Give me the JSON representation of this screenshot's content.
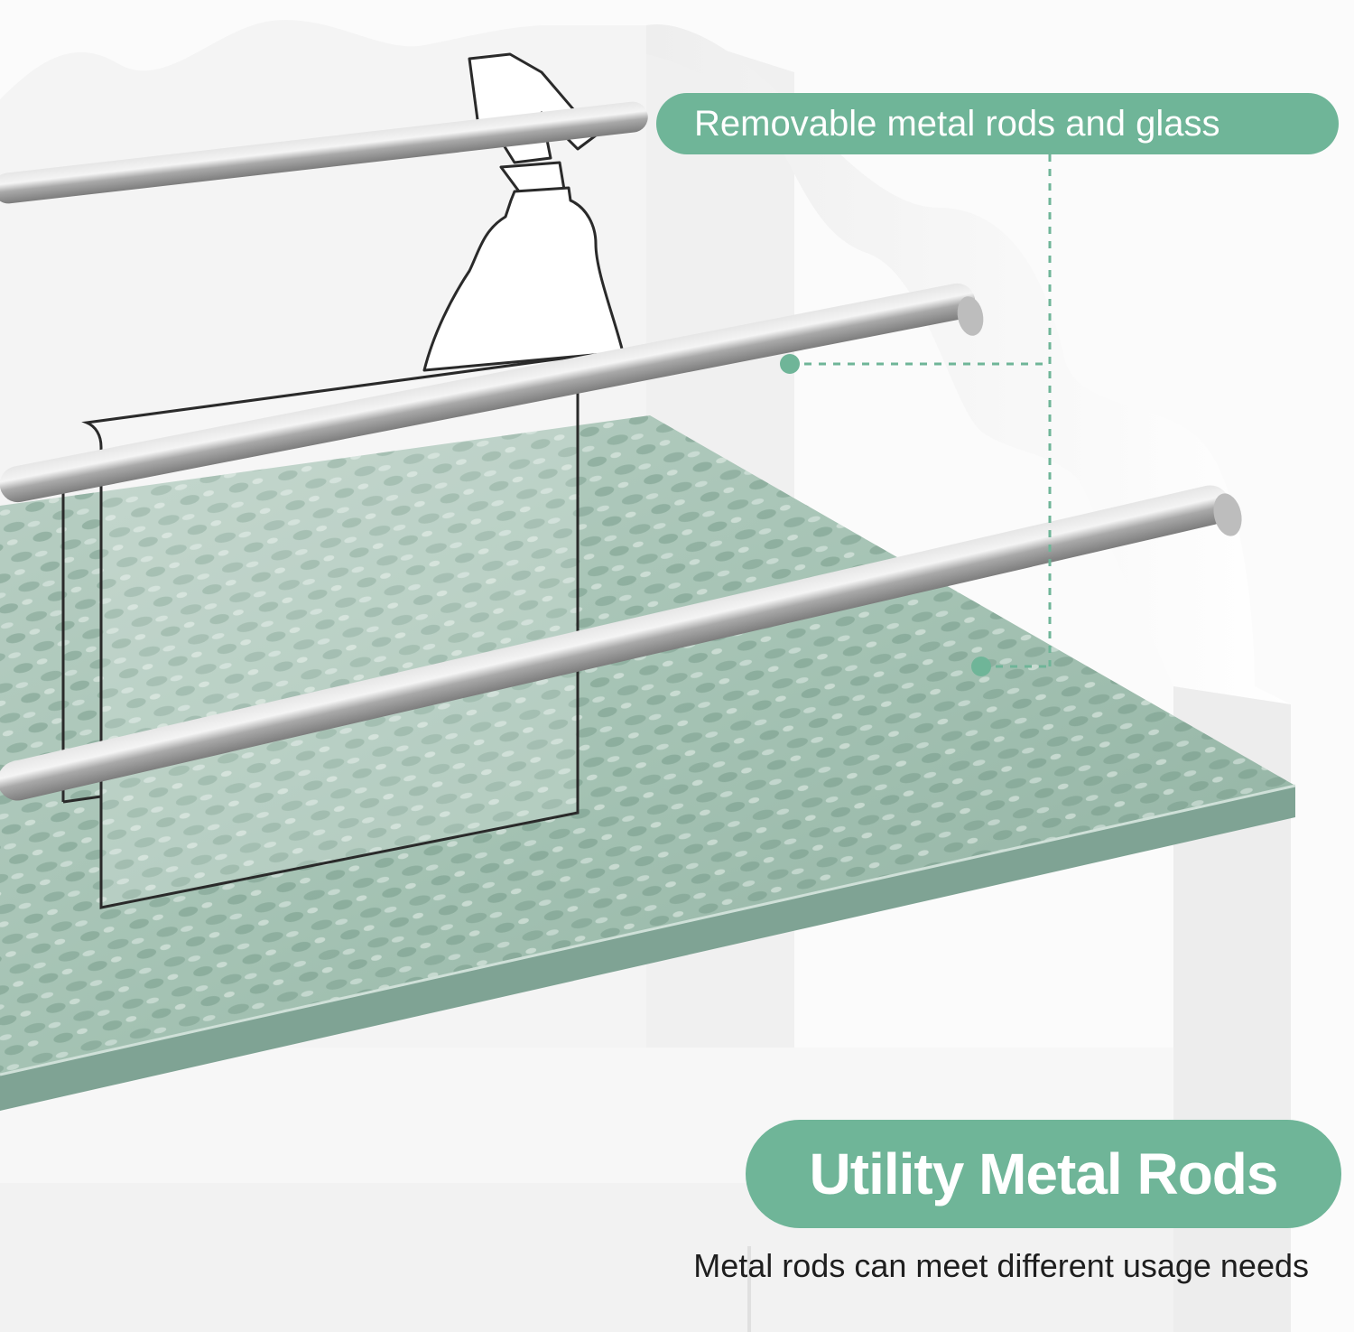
{
  "callouts": {
    "top_label": "Removable metal rods and glass"
  },
  "feature": {
    "title": "Utility Metal Rods",
    "description": "Metal rods can meet different usage needs"
  },
  "colors": {
    "accent": "#6fb598",
    "cabinet": "#ffffff",
    "glass": "#9dbcad",
    "rod": "#b3b3b3",
    "text_dark": "#1e1e1e"
  },
  "icons": [
    "spray-bottle-icon",
    "tablet-holder-icon"
  ]
}
